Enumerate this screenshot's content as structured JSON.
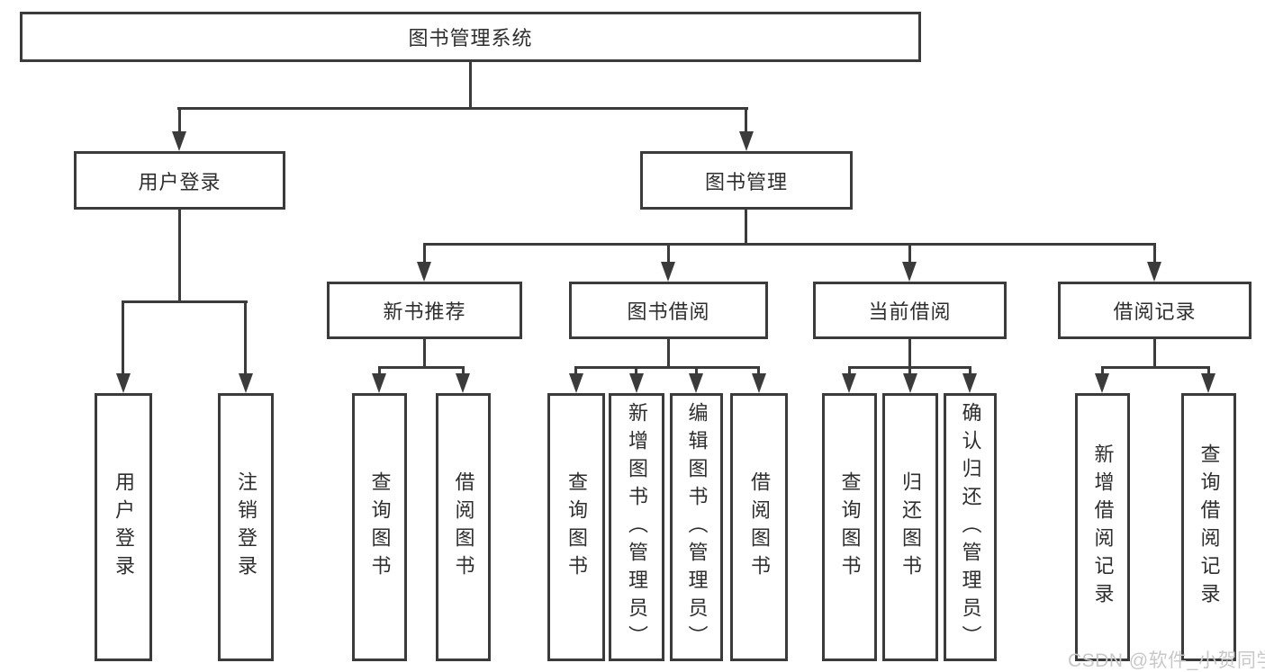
{
  "diagram": {
    "type": "tree",
    "root": {
      "label": "图书管理系统"
    },
    "branches": [
      {
        "label": "用户登录",
        "children": [
          {
            "label": "用户登录"
          },
          {
            "label": "注销登录"
          }
        ]
      },
      {
        "label": "图书管理",
        "children": [
          {
            "label": "新书推荐",
            "children": [
              {
                "label": "查询图书"
              },
              {
                "label": "借阅图书"
              }
            ]
          },
          {
            "label": "图书借阅",
            "children": [
              {
                "label": "查询图书"
              },
              {
                "label": "新增图书（管理员）"
              },
              {
                "label": "编辑图书（管理员）"
              },
              {
                "label": "借阅图书"
              }
            ]
          },
          {
            "label": "当前借阅",
            "children": [
              {
                "label": "查询图书"
              },
              {
                "label": "归还图书"
              },
              {
                "label": "确认归还（管理员）"
              }
            ]
          },
          {
            "label": "借阅记录",
            "children": [
              {
                "label": "新增借阅记录"
              },
              {
                "label": "查询借阅记录"
              }
            ]
          }
        ]
      }
    ]
  },
  "watermark": {
    "text": "CSDN @软件_小贺同学"
  },
  "colors": {
    "line": "#3b3b3b",
    "text": "#2e2e2e",
    "watermark": "#c8c8c8",
    "background": "#ffffff"
  }
}
